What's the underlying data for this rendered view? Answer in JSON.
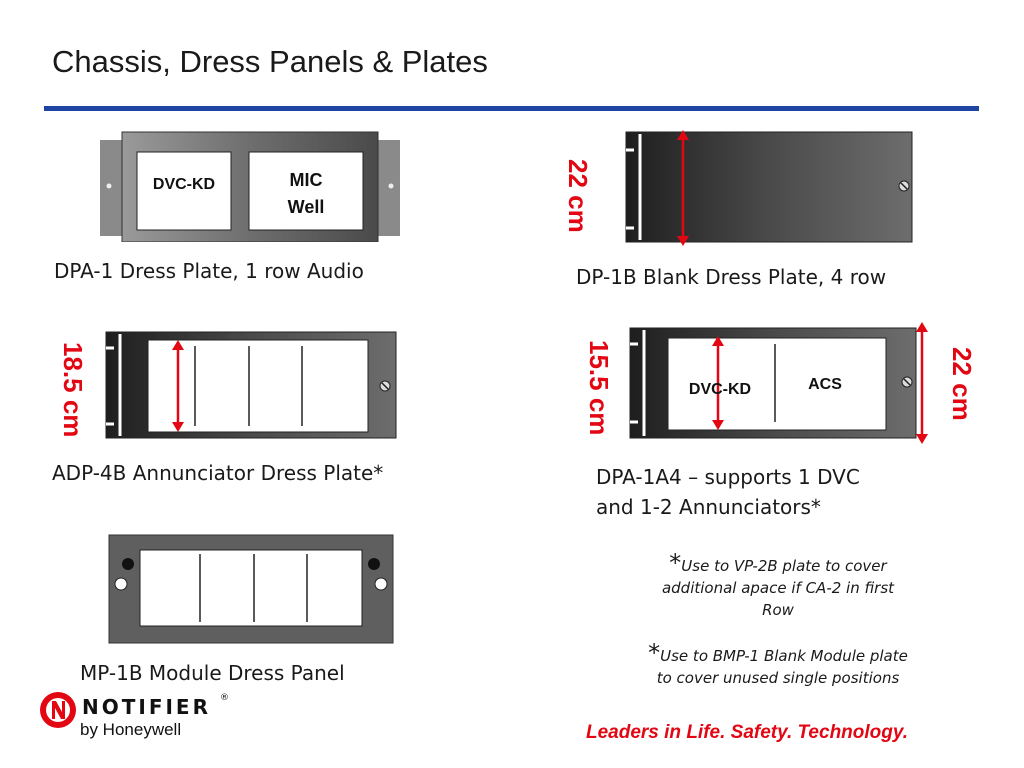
{
  "slide": {
    "title": "Chassis, Dress Panels & Plates",
    "tagline": "Leaders in Life. Safety. Technology."
  },
  "logo": {
    "name": "NOTIFIER",
    "registered": "®",
    "sub": "by Honeywell",
    "icon": "notifier-n-icon"
  },
  "panels": {
    "dpa1": {
      "caption": "DPA-1 Dress Plate, 1 row Audio",
      "labels": [
        "DVC-KD",
        "MIC",
        "Well"
      ]
    },
    "dp1b": {
      "caption": "DP-1B Blank Dress Plate, 4 row",
      "measure": "22 cm"
    },
    "adp4b": {
      "caption": "ADP-4B Annunciator Dress Plate*",
      "measure": "18.5 cm"
    },
    "dpa1a4": {
      "caption_line1": "DPA-1A4 – supports 1 DVC",
      "caption_line2": "and 1-2 Annunciators*",
      "measure_inner": "15.5 cm",
      "measure_outer": "22 cm",
      "labels": [
        "DVC-KD",
        "ACS"
      ]
    },
    "mp1b": {
      "caption": "MP-1B Module Dress Panel"
    }
  },
  "notes": {
    "note1": {
      "star": "*",
      "line1": "Use to VP-2B  plate to cover",
      "line2": "additional apace if CA-2 in first",
      "line3": "Row"
    },
    "note2": {
      "star": "*",
      "line1": "Use to BMP-1 Blank Module plate",
      "line2": "to cover unused single positions"
    }
  },
  "colors": {
    "accent_blue": "#1f45a3",
    "measure_red": "#e30613"
  }
}
